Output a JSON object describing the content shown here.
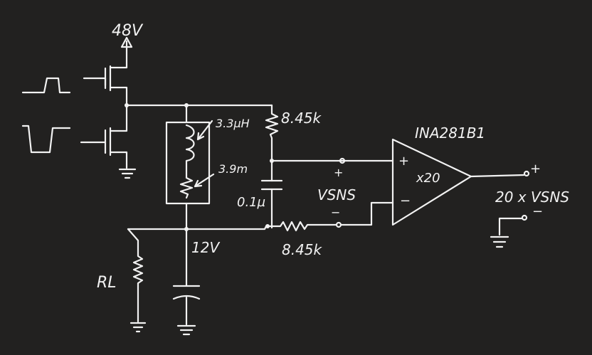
{
  "labels": {
    "supply": "48V",
    "l_value": "3.3µH",
    "r_series": "3.9m",
    "r_top": "8.45k",
    "ic": "INA281B1",
    "gain": "x20",
    "in_plus": "+",
    "in_minus": "−",
    "cap_value": "0.1µ",
    "vsns": "VSNS",
    "vsns_plus": "+",
    "vsns_minus": "−",
    "r_bottom": "8.45k",
    "node_v": "12V",
    "load": "RL",
    "output": "20 x VSNS",
    "out_plus": "+",
    "out_minus": "−"
  }
}
